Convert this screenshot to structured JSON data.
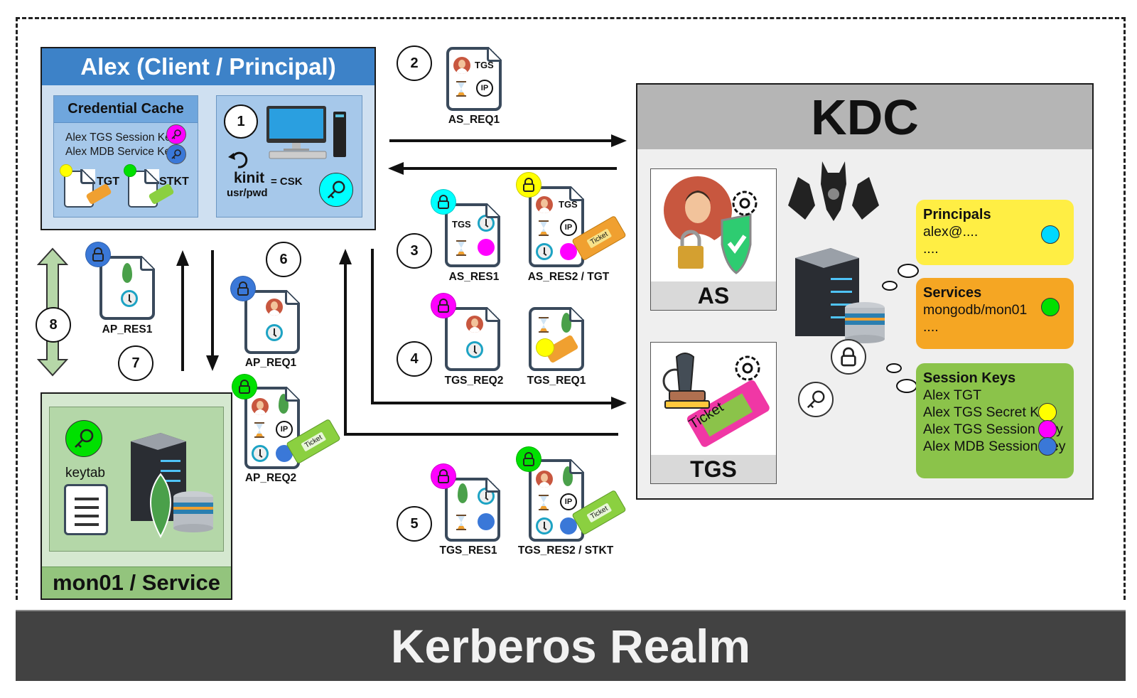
{
  "realm": {
    "title": "Kerberos Realm"
  },
  "client": {
    "title": "Alex (Client / Principal)",
    "cache": {
      "title": "Credential Cache",
      "lines": [
        "Alex TGS Session Key",
        "Alex MDB Service Key"
      ],
      "tickets": [
        {
          "label": "TGT",
          "lock_color": "#ffff00",
          "key_color": "#ff00ff",
          "ticket_color": "#f0a030"
        },
        {
          "label": "STKT",
          "lock_color": "#00e000",
          "key_color": "#3a78d8",
          "ticket_color": "#8bd040"
        }
      ]
    },
    "kinit": {
      "step": "1",
      "command": "kinit",
      "result": "= CSK",
      "credentials": "usr/pwd",
      "key_color": "#00ffff"
    }
  },
  "steps": {
    "s2": "2",
    "s3": "3",
    "s4": "4",
    "s5": "5",
    "s6": "6",
    "s7": "7",
    "s8": "8"
  },
  "messages": {
    "as_req1": {
      "label": "AS_REQ1",
      "fields": [
        "principal",
        "TGS",
        "lifetime",
        "IP"
      ]
    },
    "as_res1": {
      "label": "AS_RES1",
      "lock_color": "#00ffff",
      "fields": [
        "TGS",
        "timestamp",
        "lifetime",
        "session-key"
      ],
      "key_color": "#ff00ff"
    },
    "as_res2": {
      "label": "AS_RES2 / TGT",
      "lock_color": "#ffff00",
      "fields": [
        "principal",
        "TGS",
        "lifetime",
        "IP",
        "timestamp",
        "session-key"
      ],
      "key_color": "#ff00ff",
      "ticket_text": "Ticket"
    },
    "tgs_req2": {
      "label": "TGS_REQ2",
      "lock_color": "#ff00ff",
      "fields": [
        "principal",
        "timestamp"
      ]
    },
    "tgs_req1": {
      "label": "TGS_REQ1",
      "fields": [
        "lifetime",
        "service",
        "TGT"
      ],
      "lock_color": "#ffff00",
      "ticket_text": "Ticket"
    },
    "tgs_res1": {
      "label": "TGS_RES1",
      "lock_color": "#ff00ff",
      "fields": [
        "service",
        "timestamp",
        "lifetime",
        "session-key"
      ],
      "key_color": "#3a78d8"
    },
    "tgs_res2": {
      "label": "TGS_RES2 / STKT",
      "lock_color": "#00e000",
      "fields": [
        "principal",
        "service",
        "lifetime",
        "IP",
        "timestamp",
        "session-key"
      ],
      "key_color": "#3a78d8",
      "ticket_text": "Ticket"
    },
    "ap_req1": {
      "label": "AP_REQ1",
      "lock_color": "#3a78d8",
      "fields": [
        "principal",
        "timestamp"
      ]
    },
    "ap_req2": {
      "label": "AP_REQ2",
      "lock_color": "#00e000",
      "fields": [
        "principal",
        "service",
        "lifetime",
        "IP",
        "timestamp",
        "session-key"
      ],
      "key_color": "#3a78d8",
      "ticket_text": "Ticket"
    },
    "ap_res1": {
      "label": "AP_RES1",
      "lock_color": "#3a78d8",
      "fields": [
        "service",
        "timestamp"
      ]
    }
  },
  "kdc": {
    "title": "KDC",
    "as_label": "AS",
    "tgs_label": "TGS",
    "tgs_ticket_text": "Ticket",
    "principals": {
      "title": "Principals",
      "lines": [
        "alex@....",
        "...."
      ],
      "key_color": "#00d8ff",
      "bg": "#ffee44"
    },
    "services": {
      "title": "Services",
      "lines": [
        "mongodb/mon01",
        "...."
      ],
      "key_color": "#00e000",
      "bg": "#f5a623"
    },
    "session_keys": {
      "title": "Session Keys",
      "lines": [
        "Alex TGT",
        "Alex TGS Secret Key",
        "Alex TGS Session Key",
        "Alex MDB Session Key"
      ],
      "key_colors": [
        "#ffff00",
        "#ff00ff",
        "#3a78d8"
      ],
      "bg": "#8bc34a"
    }
  },
  "service": {
    "title": "mon01 / Service",
    "keytab_label": "keytab",
    "key_color": "#00e000"
  }
}
